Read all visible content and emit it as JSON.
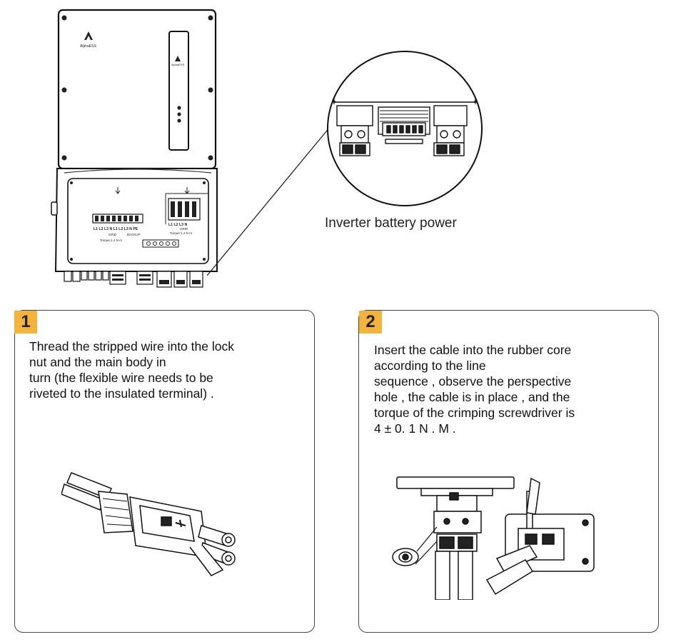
{
  "diagram": {
    "brand": "AlphaESS",
    "caption": "Inverter battery power",
    "panel_labels": {
      "left": "L1 L2 L3 N L1 L2 L3 N PE",
      "left_sub": "GRID",
      "left_sub2": "BACKUP",
      "left_torque": "Torque:1.4 N·m",
      "right": "L1 L2 L3 N",
      "right_sub": "GRID",
      "right_torque": "Torque:1.4 N·m"
    }
  },
  "steps": [
    {
      "number": "1",
      "text": "Thread the stripped wire into the lock\nnut and the main body in\nturn (the flexible wire needs to be\nriveted to the insulated terminal) ."
    },
    {
      "number": "2",
      "text": " Insert the cable into the rubber core\naccording to the line\nsequence , observe the perspective\nhole , the cable is in place , and the\ntorque of the crimping screwdriver is\n4 ± 0. 1 N . M ."
    }
  ]
}
